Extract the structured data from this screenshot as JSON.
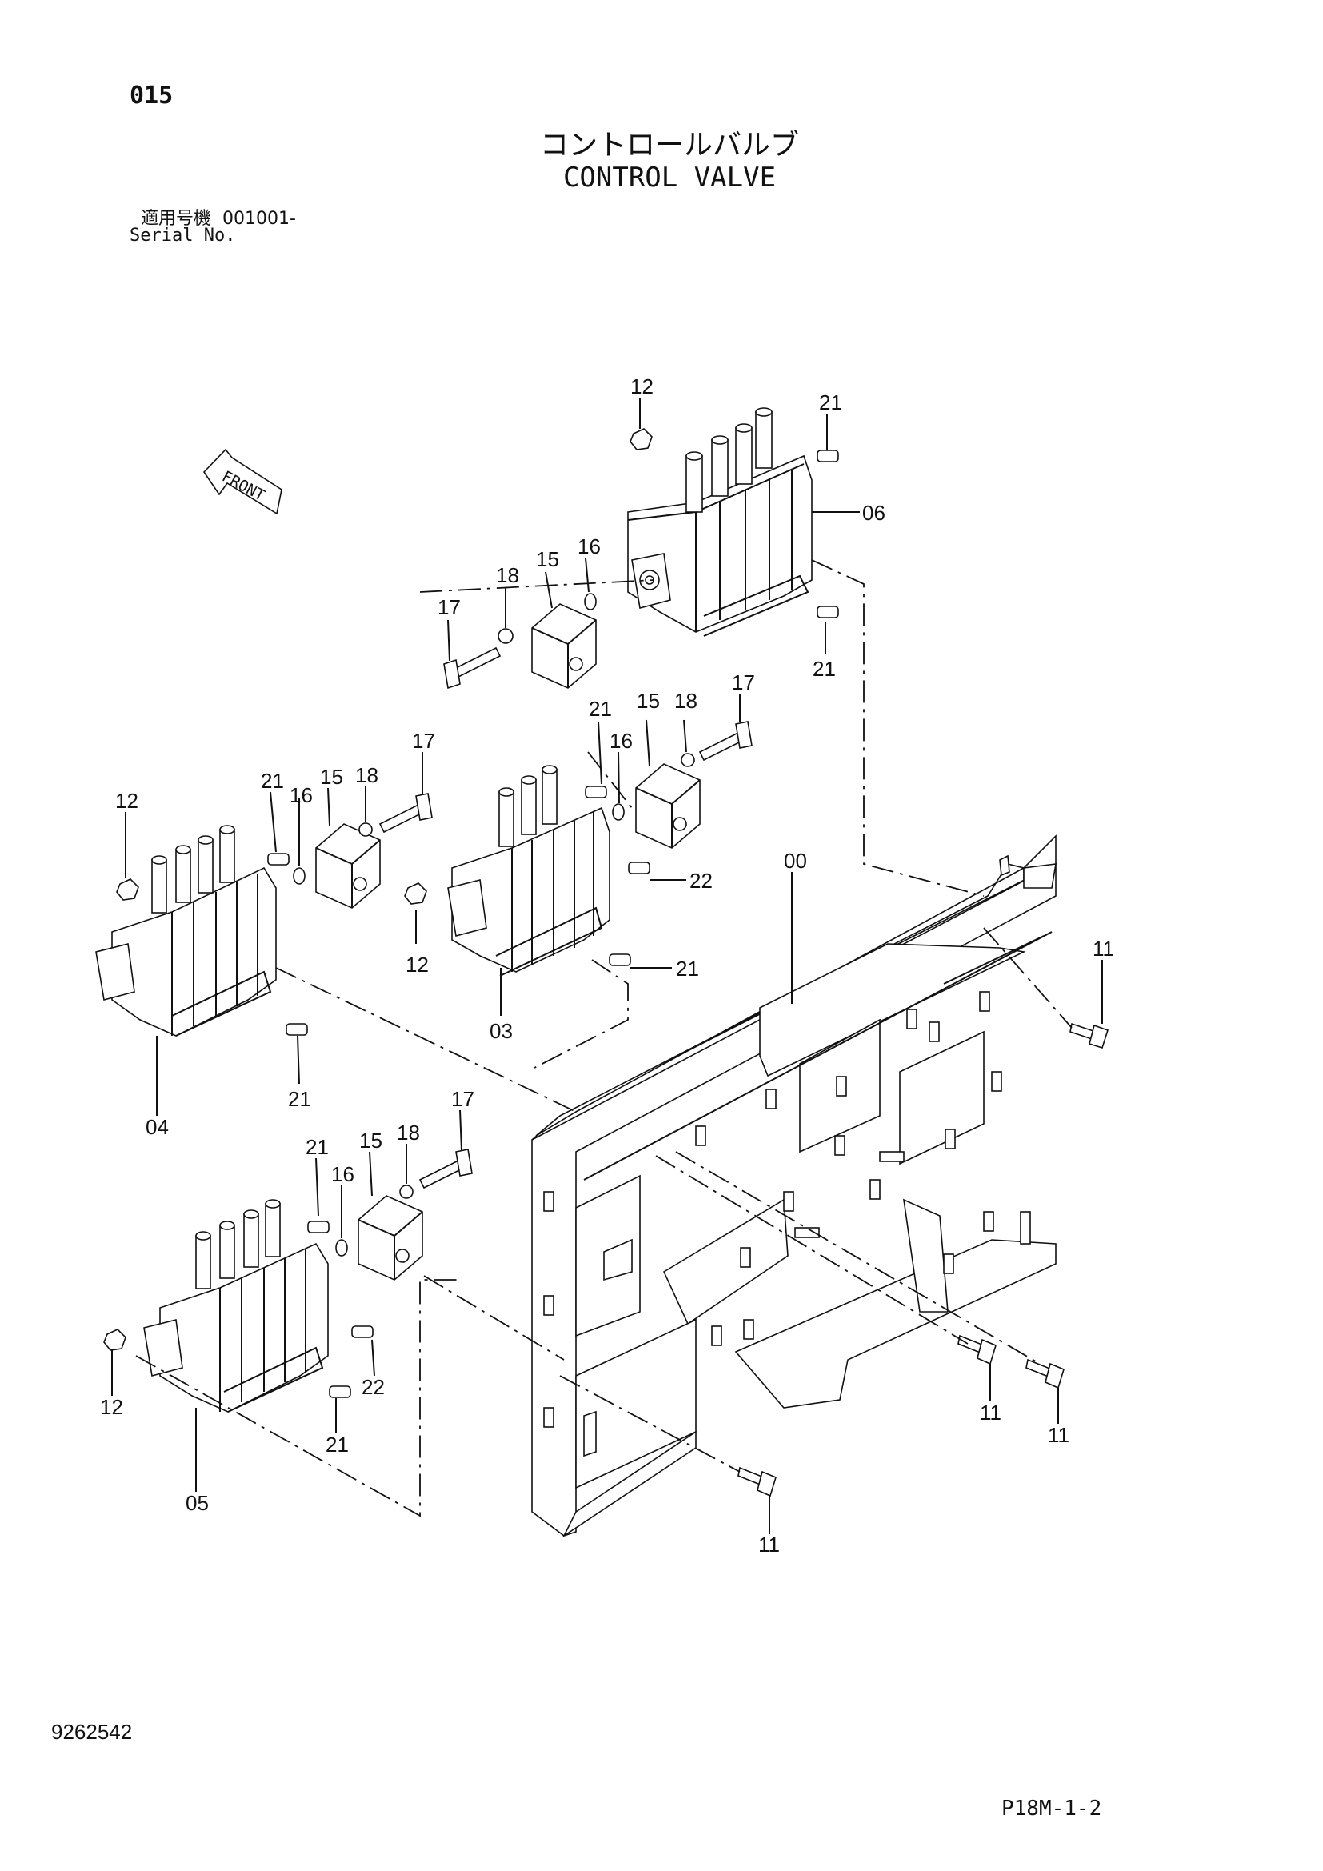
{
  "header": {
    "page_no": "015",
    "title_jp": "コントロールバルブ",
    "title_en": "CONTROL VALVE",
    "serial_label_jp": "適用号機",
    "serial_value": "001001-",
    "serial_label_en": "Serial No."
  },
  "front_label": "FRONT",
  "callouts": [
    {
      "id": "c12a",
      "text": "12"
    },
    {
      "id": "c21a",
      "text": "21"
    },
    {
      "id": "c06",
      "text": "06"
    },
    {
      "id": "c16a",
      "text": "16"
    },
    {
      "id": "c15a",
      "text": "15"
    },
    {
      "id": "c18a",
      "text": "18"
    },
    {
      "id": "c17a",
      "text": "17"
    },
    {
      "id": "c21b",
      "text": "21"
    },
    {
      "id": "c17b",
      "text": "17"
    },
    {
      "id": "c21c",
      "text": "21"
    },
    {
      "id": "c15b",
      "text": "15"
    },
    {
      "id": "c18b",
      "text": "18"
    },
    {
      "id": "c16b",
      "text": "16"
    },
    {
      "id": "c17c",
      "text": "17"
    },
    {
      "id": "c12b",
      "text": "12"
    },
    {
      "id": "c21d",
      "text": "21"
    },
    {
      "id": "c16c",
      "text": "16"
    },
    {
      "id": "c15c",
      "text": "15"
    },
    {
      "id": "c18c",
      "text": "18"
    },
    {
      "id": "c22a",
      "text": "22"
    },
    {
      "id": "c12c",
      "text": "12"
    },
    {
      "id": "c21e",
      "text": "21"
    },
    {
      "id": "c03",
      "text": "03"
    },
    {
      "id": "c00",
      "text": "00"
    },
    {
      "id": "c11a",
      "text": "11"
    },
    {
      "id": "c21f",
      "text": "21"
    },
    {
      "id": "c04",
      "text": "04"
    },
    {
      "id": "c17d",
      "text": "17"
    },
    {
      "id": "c15d",
      "text": "15"
    },
    {
      "id": "c18d",
      "text": "18"
    },
    {
      "id": "c21g",
      "text": "21"
    },
    {
      "id": "c16d",
      "text": "16"
    },
    {
      "id": "c12d",
      "text": "12"
    },
    {
      "id": "c22b",
      "text": "22"
    },
    {
      "id": "c21h",
      "text": "21"
    },
    {
      "id": "c05",
      "text": "05"
    },
    {
      "id": "c11b",
      "text": "11"
    },
    {
      "id": "c11c",
      "text": "11"
    },
    {
      "id": "c11d",
      "text": "11"
    }
  ],
  "footer": {
    "doc_no": "9262542",
    "plate_code": "P18M-1-2"
  }
}
